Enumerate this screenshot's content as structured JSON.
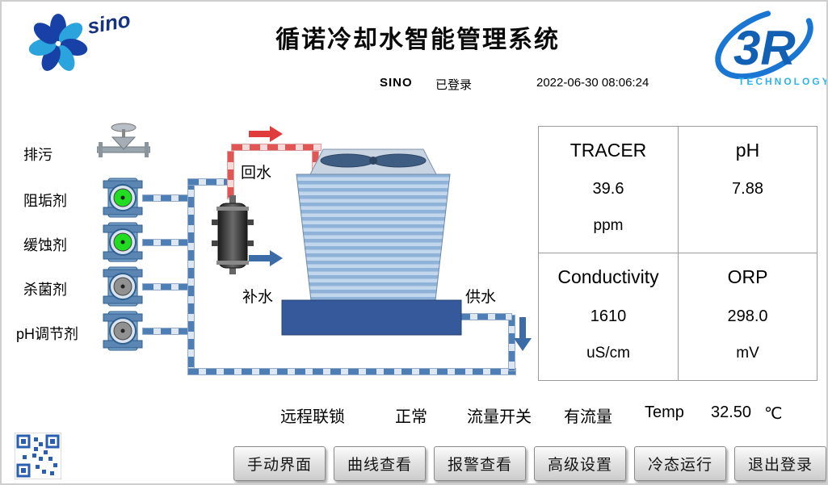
{
  "branding": {
    "sino_logo_text": "sino",
    "right_logo_text": "3R",
    "right_logo_sub": "TECHNOLOGY"
  },
  "header": {
    "title": "循诺冷却水智能管理系统",
    "user": "SINO",
    "login_status": "已登录",
    "datetime": "2022-06-30  08:06:24"
  },
  "dosing": {
    "valve_label": "排污",
    "pumps": [
      {
        "label": "阻垢剂",
        "color": "#21dd21"
      },
      {
        "label": "缓蚀剂",
        "color": "#21dd21"
      },
      {
        "label": "杀菌剂",
        "color": "#919191"
      },
      {
        "label": "pH调节剂",
        "color": "#919191"
      }
    ]
  },
  "diagram": {
    "return_water_label": "回水",
    "makeup_water_label": "补水",
    "supply_water_label": "供水"
  },
  "readings": [
    {
      "name": "TRACER",
      "value": "39.6",
      "unit": "ppm"
    },
    {
      "name": "pH",
      "value": "7.88",
      "unit": ""
    },
    {
      "name": "Conductivity",
      "value": "1610",
      "unit": "uS/cm"
    },
    {
      "name": "ORP",
      "value": "298.0",
      "unit": "mV"
    }
  ],
  "status": {
    "interlock_label": "远程联锁",
    "interlock_value": "正常",
    "flow_label": "流量开关",
    "flow_value": "有流量",
    "temp_label": "Temp",
    "temp_value": "32.50",
    "temp_unit": "℃"
  },
  "buttons": [
    {
      "label": "手动界面"
    },
    {
      "label": "曲线查看"
    },
    {
      "label": "报警查看"
    },
    {
      "label": "高级设置"
    },
    {
      "label": "冷态运行"
    },
    {
      "label": "退出登录"
    }
  ],
  "colors": {
    "pipe_blue": "#4d7eb5",
    "pipe_red": "#e25555",
    "pump_on": "#21dd21",
    "pump_off": "#919191",
    "logo_blue": "#1565c0"
  }
}
